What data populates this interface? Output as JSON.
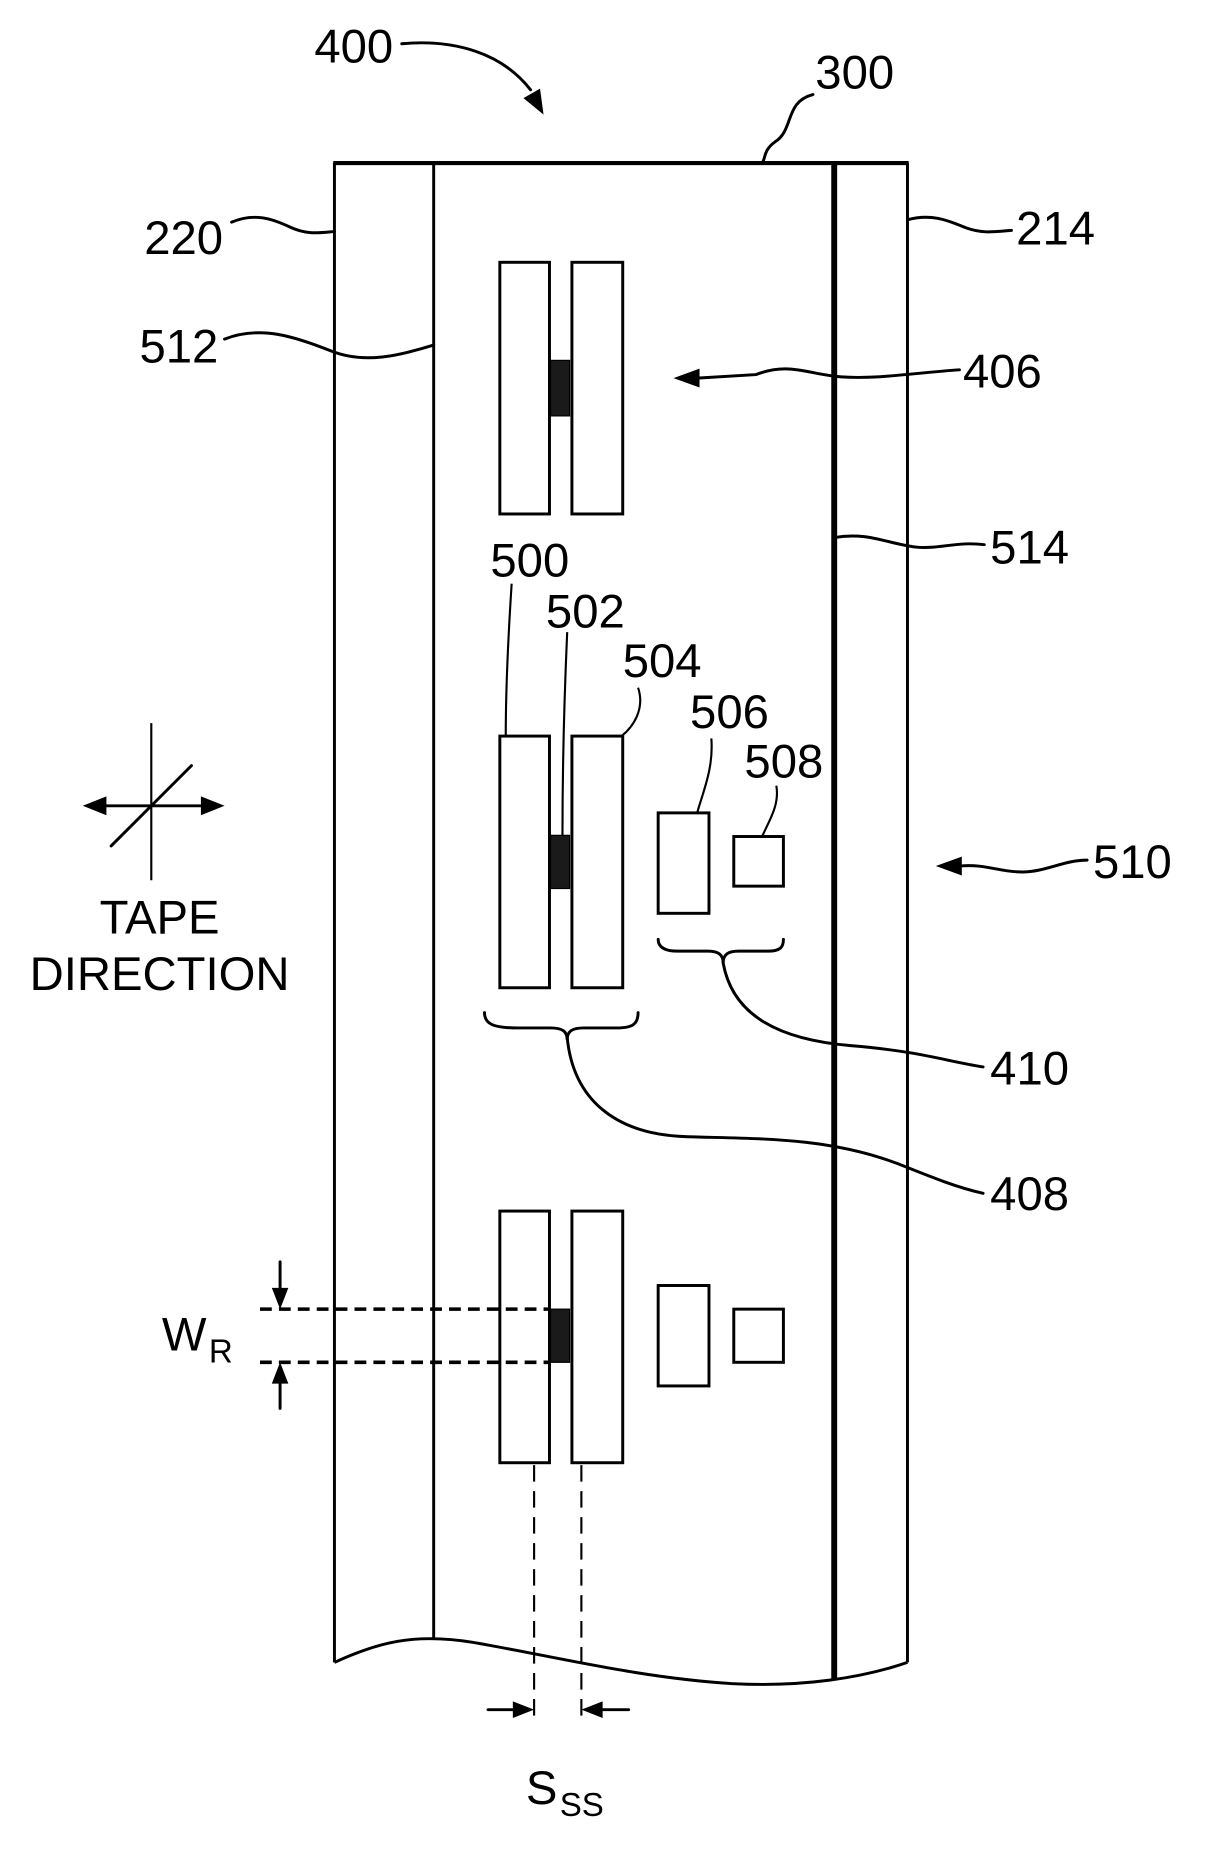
{
  "figure": {
    "reference_numerals": {
      "head_400": "400",
      "surface_300": "300",
      "edge_220": "220",
      "edge_214": "214",
      "line_512": "512",
      "group_406": "406",
      "line_514": "514",
      "element_500": "500",
      "element_502": "502",
      "element_504": "504",
      "element_506": "506",
      "element_508": "508",
      "region_510": "510",
      "group_410": "410",
      "group_408": "408"
    },
    "tape_direction": {
      "line1": "TAPE",
      "line2": "DIRECTION"
    },
    "width_label": {
      "symbol": "W",
      "subscript": "R"
    },
    "spacing_label": {
      "symbol": "S",
      "subscript": "SS"
    }
  },
  "colors": {
    "ink": "#000000",
    "paper": "#ffffff",
    "sensor_fill": "#1a1a1a"
  }
}
